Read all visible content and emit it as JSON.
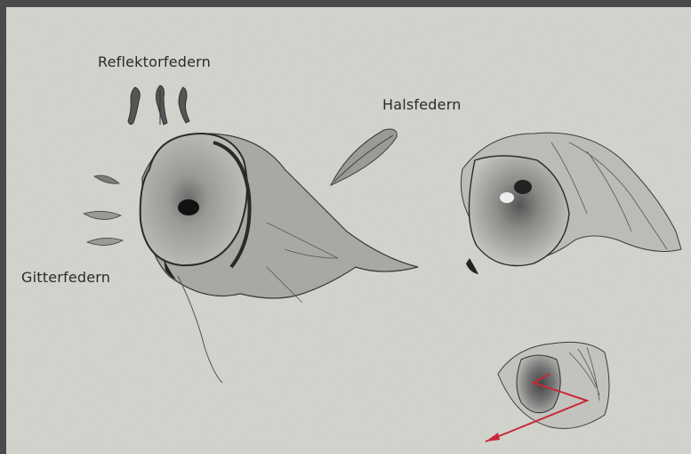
{
  "labels": {
    "reflector": "Reflektorfedern",
    "neck": "Halsfedern",
    "grid": "Gitterfedern"
  },
  "colors": {
    "frame": "#4a4a4c",
    "paper": "#d2d3cc",
    "ink": "#2b2b2b",
    "arrow": "#c8283a"
  }
}
